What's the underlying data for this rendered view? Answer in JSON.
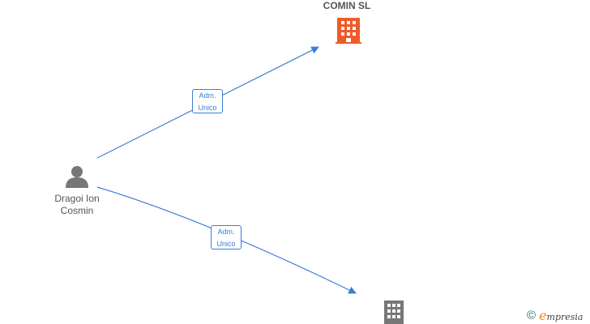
{
  "nodes": {
    "company_top": {
      "name": "COMIN  SL",
      "icon": "building-icon",
      "color": "#f05a28"
    },
    "person": {
      "name_line1": "Dragoi Ion",
      "name_line2": "Cosmin",
      "icon": "person-icon",
      "color": "#777777"
    },
    "company_bottom": {
      "icon": "building-icon",
      "color": "#777777"
    }
  },
  "edges": [
    {
      "from": "person",
      "to": "company_top",
      "role_line1": "Adm.",
      "role_line2": "Unico",
      "color": "#3b7dd8"
    },
    {
      "from": "person",
      "to": "company_bottom",
      "role_line1": "Adm.",
      "role_line2": "Unico",
      "color": "#3b7dd8"
    }
  ],
  "footer": {
    "copyright_symbol": "©",
    "brand_initial": "e",
    "brand_rest": "mpresia"
  }
}
